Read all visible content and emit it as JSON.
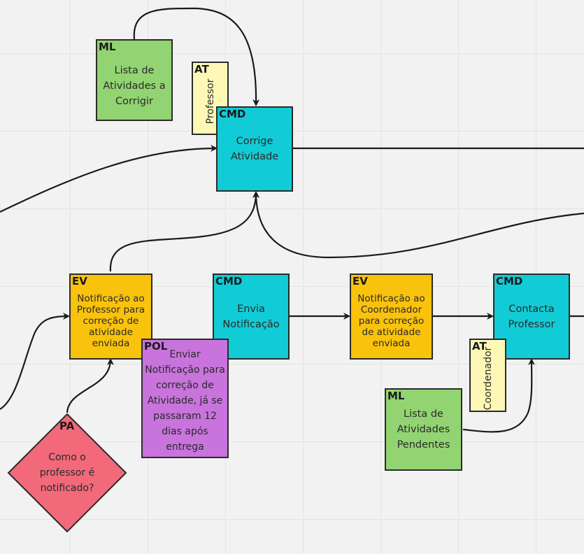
{
  "cards": {
    "ml_top": {
      "tag": "ML",
      "text": "Lista de Atividades a Corrigir"
    },
    "at_top": {
      "tag": "AT",
      "text": "Professor"
    },
    "cmd_corrige": {
      "tag": "CMD",
      "text": "Corrige Atividade"
    },
    "ev_prof": {
      "tag": "EV",
      "text": "Notificação ao Professor para correção de atividade enviada"
    },
    "cmd_envia": {
      "tag": "CMD",
      "text": "Envia Notificação"
    },
    "ev_coord": {
      "tag": "EV",
      "text": "Notificação ao Coordenador para correção de atividade enviada"
    },
    "cmd_contacta": {
      "tag": "CMD",
      "text": "Contacta Professor"
    },
    "pol": {
      "tag": "POL",
      "text": "Enviar Notificação para correção de Atividade, já se passaram 12 dias após entrega"
    },
    "at_coord": {
      "tag": "AT",
      "text": "Coordenador"
    },
    "ml_pend": {
      "tag": "ML",
      "text": "Lista de Atividades Pendentes"
    },
    "pa": {
      "tag": "PA",
      "text": "Como o professor é notificado?"
    }
  },
  "colors": {
    "green": "#92d471",
    "cyan": "#11ccd6",
    "orange": "#f9c20c",
    "purple": "#c874dc",
    "yellow": "#fdf8b6",
    "pink": "#f2697a"
  }
}
